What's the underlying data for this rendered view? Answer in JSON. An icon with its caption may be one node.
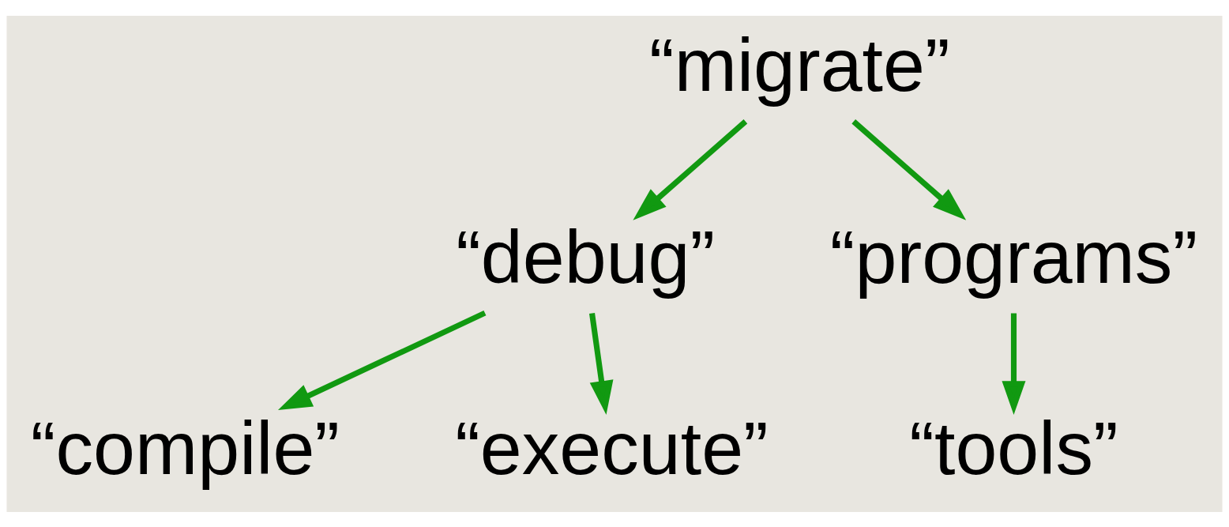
{
  "diagram": {
    "nodes": [
      {
        "text": [
          "“migrate”"
        ]
      },
      {
        "text": [
          "“debug”"
        ]
      },
      {
        "text": [
          "“programs”"
        ]
      },
      {
        "text": [
          "“compile”"
        ]
      },
      {
        "text": [
          "“execute”"
        ]
      },
      {
        "text": [
          "“tools”"
        ]
      }
    ],
    "edges": [
      {
        "from": 0,
        "to": 1,
        "arrow": "to"
      },
      {
        "from": 0,
        "to": 2,
        "arrow": "to"
      },
      {
        "from": 1,
        "to": 3,
        "arrow": "to"
      },
      {
        "from": 1,
        "to": 4,
        "arrow": "to"
      },
      {
        "from": 2,
        "to": 5,
        "arrow": "to"
      }
    ]
  }
}
